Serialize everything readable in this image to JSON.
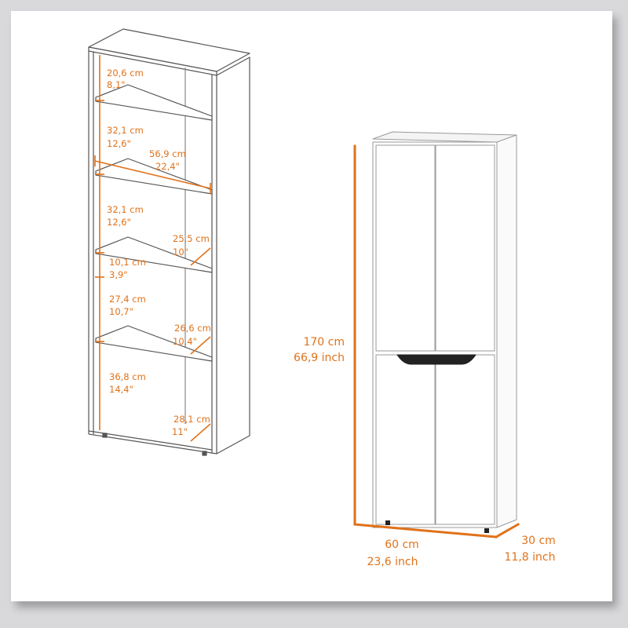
{
  "colors": {
    "accent": "#e0721a",
    "outline": "#555555",
    "cabinet": "#ffffff",
    "handle": "#222222",
    "background": "#d9d9dc"
  },
  "shelf_unit": {
    "dimensions": [
      {
        "metric": "20,6 cm",
        "imperial": "8,1\""
      },
      {
        "metric": "32,1 cm",
        "imperial": "12,6\""
      },
      {
        "metric": "56,9 cm",
        "imperial": "22,4\""
      },
      {
        "metric": "32,1 cm",
        "imperial": "12,6\""
      },
      {
        "metric": "25,5 cm",
        "imperial": "10\""
      },
      {
        "metric": "10,1 cm",
        "imperial": "3,9\""
      },
      {
        "metric": "27,4 cm",
        "imperial": "10,7\""
      },
      {
        "metric": "26,6 cm",
        "imperial": "10,4\""
      },
      {
        "metric": "36,8 cm",
        "imperial": "14,4\""
      },
      {
        "metric": "28,1 cm",
        "imperial": "11\""
      }
    ]
  },
  "cabinet": {
    "height": {
      "metric": "170 cm",
      "imperial": "66,9 inch"
    },
    "width": {
      "metric": "60 cm",
      "imperial": "23,6 inch"
    },
    "depth": {
      "metric": "30 cm",
      "imperial": "11,8 inch"
    }
  }
}
